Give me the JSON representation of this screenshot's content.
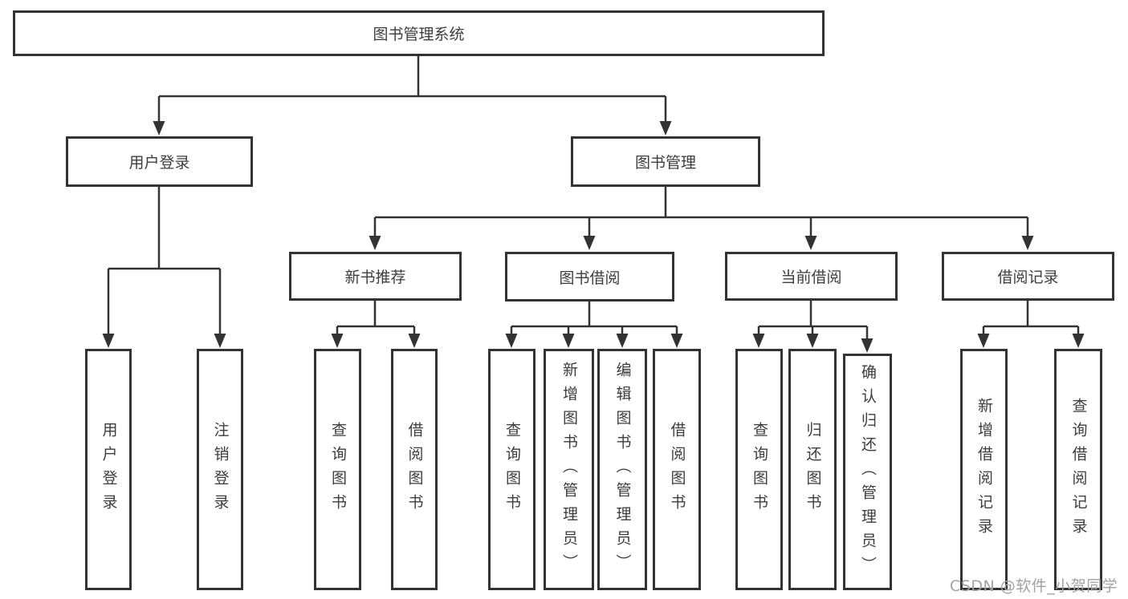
{
  "watermark": "CSDN @软件_小贺同学",
  "colors": {
    "line": "#333333",
    "text": "#3d3d3d",
    "watermark_text": "#a2a2a2",
    "background": "#ffffff"
  },
  "nodes": {
    "root": {
      "label": "图书管理系统"
    },
    "user_login": {
      "label": "用户登录"
    },
    "book_mgmt": {
      "label": "图书管理"
    },
    "login": {
      "label": "用户登录"
    },
    "logout": {
      "label": "注销登录"
    },
    "new_rec": {
      "label": "新书推荐"
    },
    "book_borrow": {
      "label": "图书借阅"
    },
    "current_borrow": {
      "label": "当前借阅"
    },
    "borrow_record": {
      "label": "借阅记录"
    },
    "rec_query": {
      "label": "查询图书"
    },
    "rec_borrow": {
      "label": "借阅图书"
    },
    "bb_query": {
      "label": "查询图书"
    },
    "bb_add": {
      "label": "新增图书（管理员）"
    },
    "bb_edit": {
      "label": "编辑图书（管理员）"
    },
    "bb_borrow": {
      "label": "借阅图书"
    },
    "cb_query": {
      "label": "查询图书"
    },
    "cb_return": {
      "label": "归还图书"
    },
    "cb_confirm": {
      "label": "确认归还（管理员）"
    },
    "br_add": {
      "label": "新增借阅记录"
    },
    "br_query": {
      "label": "查询借阅记录"
    }
  },
  "hierarchy": {
    "root": [
      "user_login",
      "book_mgmt"
    ],
    "user_login": [
      "login",
      "logout"
    ],
    "book_mgmt": [
      "new_rec",
      "book_borrow",
      "current_borrow",
      "borrow_record"
    ],
    "new_rec": [
      "rec_query",
      "rec_borrow"
    ],
    "book_borrow": [
      "bb_query",
      "bb_add",
      "bb_edit",
      "bb_borrow"
    ],
    "current_borrow": [
      "cb_query",
      "cb_return",
      "cb_confirm"
    ],
    "borrow_record": [
      "br_add",
      "br_query"
    ]
  }
}
